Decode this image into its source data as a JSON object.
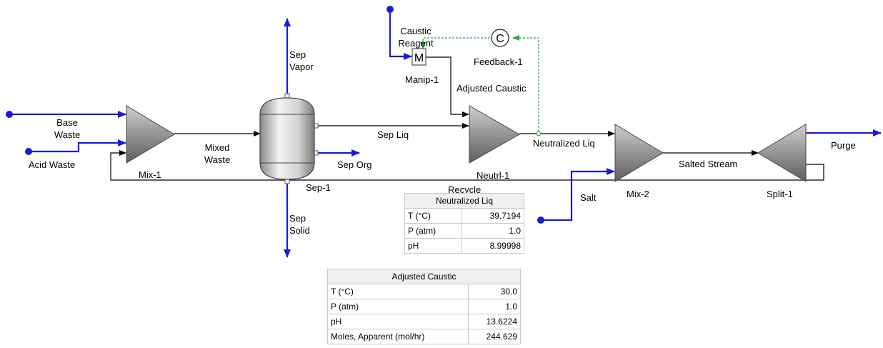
{
  "blocks": {
    "mix1": "Mix-1",
    "sep1": "Sep-1",
    "neutrl1": "Neutrl-1",
    "mix2": "Mix-2",
    "split1": "Split-1",
    "manip1": "Manip-1",
    "manip_symbol": "M",
    "feedback1": "Feedback-1",
    "feedback_symbol": "C"
  },
  "streams": {
    "base_waste_1": "Base",
    "base_waste_2": "Waste",
    "acid_waste": "Acid Waste",
    "mixed_waste_1": "Mixed",
    "mixed_waste_2": "Waste",
    "sep_vapor_1": "Sep",
    "sep_vapor_2": "Vapor",
    "sep_solid_1": "Sep",
    "sep_solid_2": "Solid",
    "sep_liq": "Sep Liq",
    "sep_org": "Sep Org",
    "caustic_reagent_1": "Caustic",
    "caustic_reagent_2": "Reagent",
    "adjusted_caustic": "Adjusted Caustic",
    "neutralized_liq": "Neutralized Liq",
    "salted_stream": "Salted Stream",
    "salt": "Salt",
    "purge": "Purge",
    "recycle": "Recycle"
  },
  "tables": {
    "neutralized_liq": {
      "title": "Neutralized Liq",
      "rows": [
        {
          "label": "T (°C)",
          "value": "39.7194"
        },
        {
          "label": "P (atm)",
          "value": "1.0"
        },
        {
          "label": "pH",
          "value": "8.99998"
        }
      ]
    },
    "adjusted_caustic": {
      "title": "Adjusted Caustic",
      "rows": [
        {
          "label": "T (°C)",
          "value": "30.0"
        },
        {
          "label": "P (atm)",
          "value": "1.0"
        },
        {
          "label": "pH",
          "value": "13.6224"
        },
        {
          "label": "Moles, Apparent (mol/hr)",
          "value": "244.629"
        }
      ]
    }
  },
  "colors": {
    "feed_stream": "#1a1ad6",
    "internal_stream": "#000000",
    "control_signal": "#2aa84a"
  }
}
